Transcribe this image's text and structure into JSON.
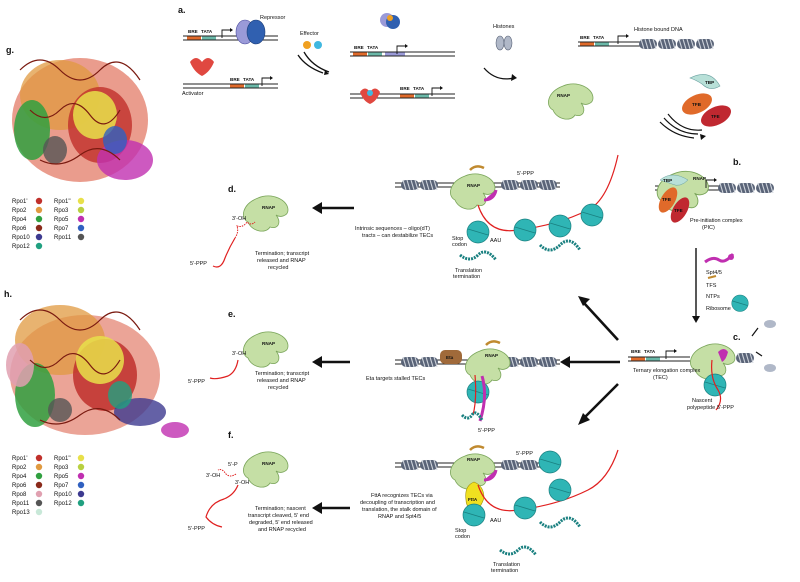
{
  "panels": {
    "a": "a.",
    "b": "b.",
    "c": "c.",
    "d": "d.",
    "e": "e.",
    "f": "f.",
    "g": "g.",
    "h": "h."
  },
  "promoter": {
    "bre": "BRE",
    "tata": "TATA"
  },
  "labels": {
    "repressor": "Repressor",
    "activator": "Activator",
    "effector": "Effector",
    "histones": "Histones",
    "histone_bound_dna": "Histone bound DNA",
    "rnap": "RNAP",
    "tbp": "TBP",
    "tfb": "TFB",
    "tfe": "TFE",
    "pic": [
      "Pre-initiation complex",
      "(PIC)"
    ],
    "factors": [
      "Spt4/5",
      "TFS",
      "NTPs",
      "Ribosome"
    ],
    "tec": [
      "Ternary elongation complex",
      "(TEC)"
    ],
    "nascent": [
      "Nascent",
      "polypeptide"
    ],
    "five_ppp": "5'-PPP",
    "three_oh": "3'-OH",
    "five_p": "5'-P",
    "eta": "Eta",
    "fba": "FttA",
    "stop": [
      "Stop",
      "codon"
    ],
    "aau": "AAU",
    "translation_termination": [
      "Translation",
      "termination"
    ]
  },
  "captions": {
    "intrinsic": [
      "Intrinsic sequences – oligo(dT)",
      "tracts – can destabilize TECs"
    ],
    "eta_targets": "Eta targets stalled TECs",
    "fba_text": [
      "FttA recognizes TECs via",
      "decoupling of transcription and",
      "translation, the stalk domain of",
      "RNAP and Spt4/5"
    ],
    "term_d": [
      "Termination; transcript",
      "released and RNAP",
      "recycled"
    ],
    "term_e": [
      "Termination; transcript",
      "released and RNAP",
      "recycled"
    ],
    "term_f": [
      "Termination; nascent",
      "transcript cleaved, 5' end",
      "degraded, 5' end released",
      "and RNAP recycled"
    ]
  },
  "legend_g": [
    {
      "name": "Rpo1'",
      "color": "#c0302b"
    },
    {
      "name": "Rpo1''",
      "color": "#e8e04a"
    },
    {
      "name": "Rpo2",
      "color": "#e09a40"
    },
    {
      "name": "Rpo3",
      "color": "#b8d040"
    },
    {
      "name": "Rpo4",
      "color": "#30a040"
    },
    {
      "name": "Rpo5",
      "color": "#c02fb0"
    },
    {
      "name": "Rpo6",
      "color": "#8a2a1a"
    },
    {
      "name": "Rpo7",
      "color": "#3060c0"
    },
    {
      "name": "Rpo10",
      "color": "#3d3a90"
    },
    {
      "name": "Rpo11",
      "color": "#555555"
    },
    {
      "name": "Rpo12",
      "color": "#20a080"
    }
  ],
  "legend_h": [
    {
      "name": "Rpo1'",
      "color": "#c0302b"
    },
    {
      "name": "Rpo1''",
      "color": "#e8e04a"
    },
    {
      "name": "Rpo2",
      "color": "#e09a40"
    },
    {
      "name": "Rpo3",
      "color": "#b8d040"
    },
    {
      "name": "Rpo4",
      "color": "#30a040"
    },
    {
      "name": "Rpo5",
      "color": "#c02fb0"
    },
    {
      "name": "Rpo6",
      "color": "#8a2a1a"
    },
    {
      "name": "Rpo7",
      "color": "#3060c0"
    },
    {
      "name": "Rpo8",
      "color": "#e0a0b0"
    },
    {
      "name": "Rpo10",
      "color": "#3d3a90"
    },
    {
      "name": "Rpo11",
      "color": "#555555"
    },
    {
      "name": "Rpo12",
      "color": "#20a080"
    },
    {
      "name": "Rpo13",
      "color": "#c8e8d8"
    }
  ],
  "colors": {
    "rnap": "#c5dfa5",
    "rnap_stroke": "#7aa55a",
    "ribosome": "#2fb5b5",
    "rna": "#e02020",
    "histone": "#5a6478",
    "tbp": "#b8e0d8",
    "tfb": "#e06a2a",
    "tfe": "#c02830",
    "fba": "#f0e020",
    "eta": "#a06a3a"
  }
}
